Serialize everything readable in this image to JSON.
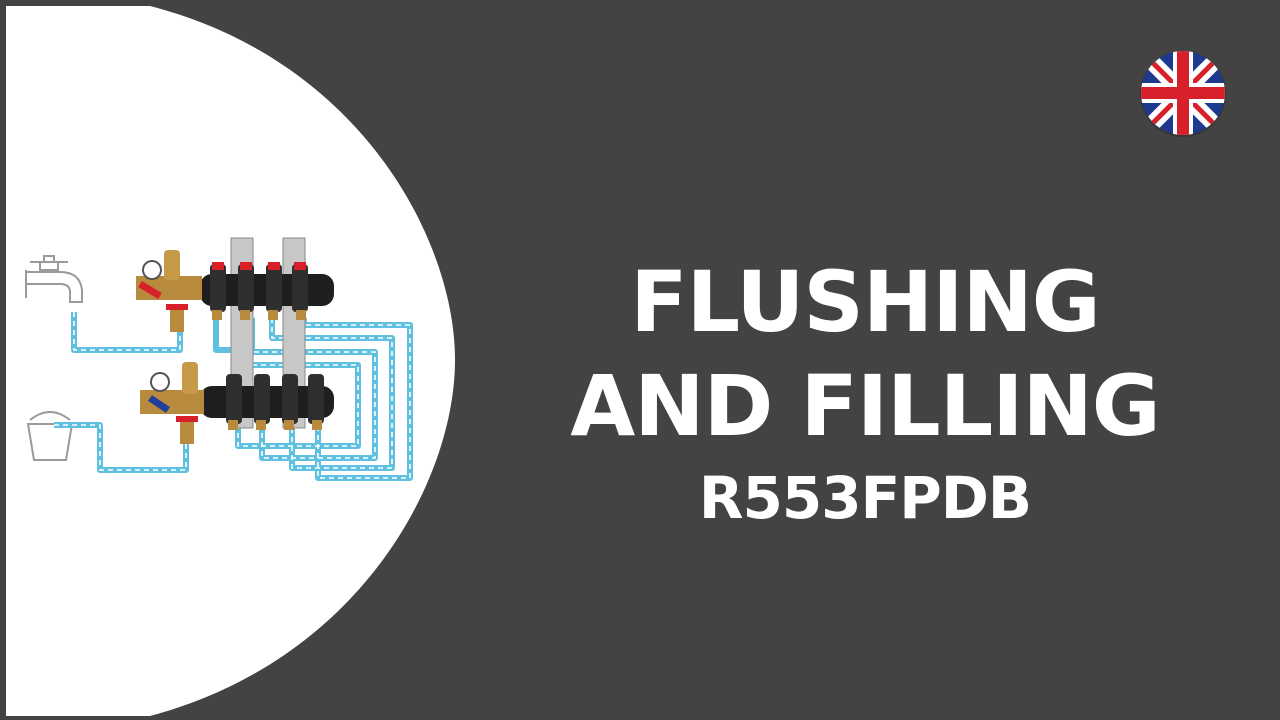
{
  "title": {
    "line1": "FLUSHING",
    "line2": "AND FILLING",
    "model": "R553FPDB"
  },
  "icons": {
    "flag": "uk-flag-icon",
    "tap": "water-tap-icon",
    "bucket": "bucket-icon",
    "manifold": "manifold-illustration"
  },
  "colors": {
    "background": "#434343",
    "panel": "#ffffff",
    "pipe": "#5fc0e0",
    "valve_red": "#d8202a",
    "valve_blue": "#1f3f9a",
    "brass": "#b88a3e"
  }
}
